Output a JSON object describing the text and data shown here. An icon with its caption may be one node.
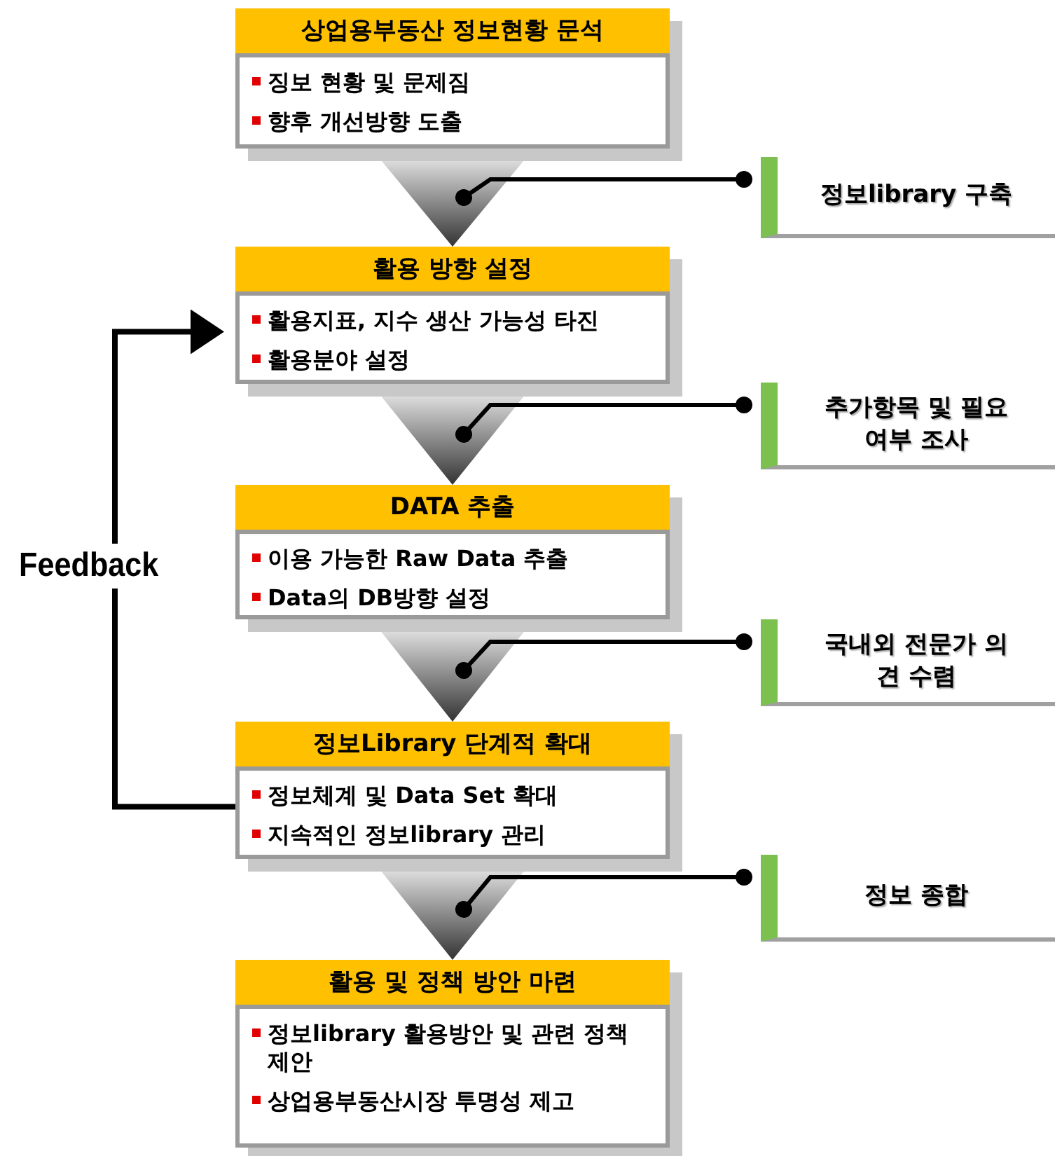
{
  "diagram": {
    "nodes": [
      {
        "text": [
          "상업용부동산 정보현황 문석",
          "징보 현황 및 문제짐",
          "향후 개선방향 도출"
        ]
      },
      {
        "text": [
          "정보library 구축"
        ]
      },
      {
        "text": [
          "활용 방향 설정",
          "활용지표, 지수 생산 가능성 타진",
          "활용분야 설정"
        ]
      },
      {
        "text": [
          "추가항목 및 필요여부 조사"
        ]
      },
      {
        "text": [
          "DATA 추출",
          "이용 가능한 Raw Data 추출",
          "Data의 DB방향 설정"
        ]
      },
      {
        "text": [
          "국내외 전문가 의견 수렴"
        ]
      },
      {
        "text": [
          "정보Library 단계적 확대",
          "정보체계 및 Data Set 확대",
          "지속적인 정보library 관리"
        ]
      },
      {
        "text": [
          "정보 종합"
        ]
      },
      {
        "text": [
          "활용 및 정책 방안 마련",
          "정보library 활용방안 및 관련 정책 제안",
          "상업용부동산시장 투명성 제고"
        ]
      }
    ],
    "edges": [
      {
        "from": 0,
        "to": 2,
        "arrow": "to",
        "style": "thick"
      },
      {
        "from": 2,
        "to": 4,
        "arrow": "to",
        "style": "thick"
      },
      {
        "from": 4,
        "to": 6,
        "arrow": "to",
        "style": "thick"
      },
      {
        "from": 6,
        "to": 8,
        "arrow": "to",
        "style": "thick"
      },
      {
        "from": 1,
        "to": null,
        "arrow": "other"
      },
      {
        "from": 3,
        "to": null,
        "arrow": "other"
      },
      {
        "from": 5,
        "to": null,
        "arrow": "other"
      },
      {
        "from": 7,
        "to": null,
        "arrow": "other"
      },
      {
        "from": 6,
        "to": 2,
        "arrow": "to",
        "label": "Feedback"
      }
    ]
  }
}
